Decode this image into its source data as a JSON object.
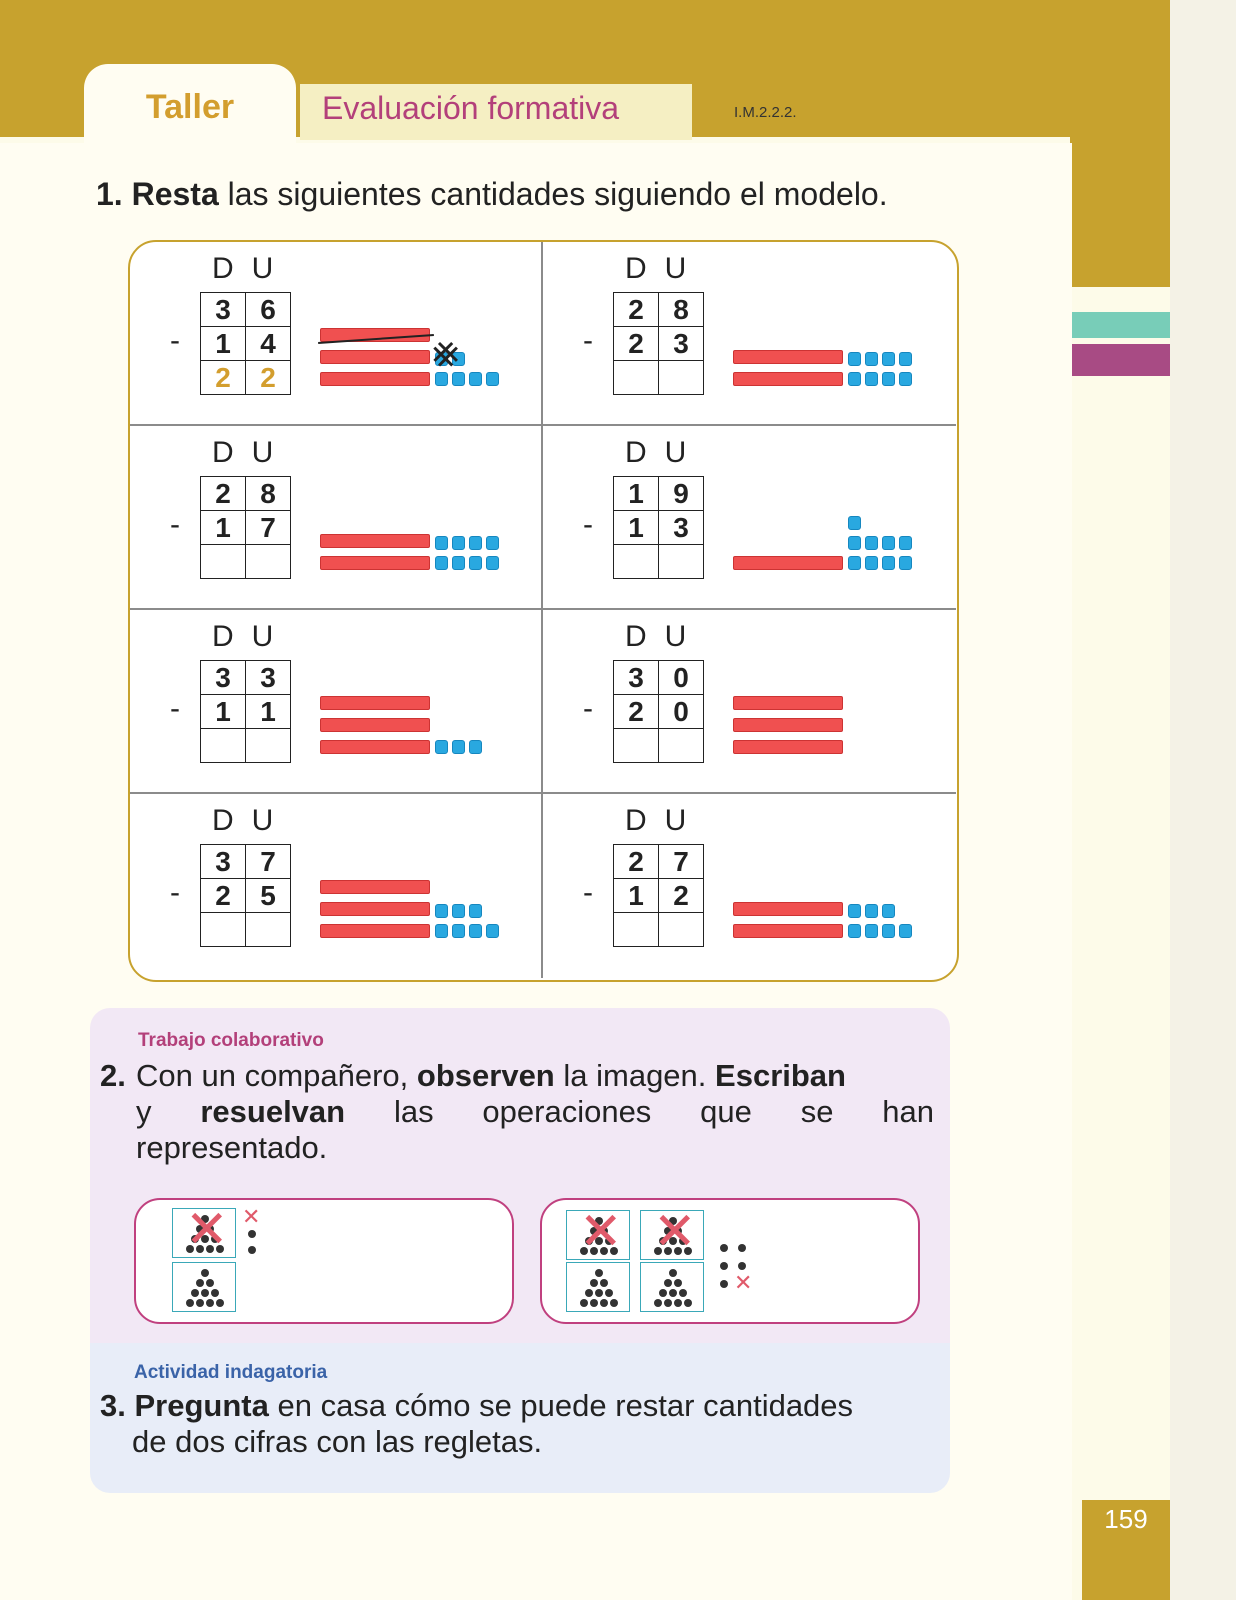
{
  "header": {
    "taller": "Taller",
    "evaluacion": "Evaluación formativa",
    "code": "I.M.2.2.2."
  },
  "q1": {
    "number": "1.",
    "verb": "Resta",
    "text": "las siguientes cantidades siguiendo el modelo."
  },
  "du_header": "DU",
  "exercises": [
    {
      "d1": "3",
      "u1": "6",
      "d2": "1",
      "u2": "4",
      "d3": "2",
      "u3": "2",
      "rods": 3,
      "cubes": 6
    },
    {
      "d1": "2",
      "u1": "8",
      "d2": "2",
      "u2": "3",
      "d3": "",
      "u3": "",
      "rods": 2,
      "cubes": 8
    },
    {
      "d1": "2",
      "u1": "8",
      "d2": "1",
      "u2": "7",
      "d3": "",
      "u3": "",
      "rods": 2,
      "cubes": 8
    },
    {
      "d1": "1",
      "u1": "9",
      "d2": "1",
      "u2": "3",
      "d3": "",
      "u3": "",
      "rods": 1,
      "cubes": 9
    },
    {
      "d1": "3",
      "u1": "3",
      "d2": "1",
      "u2": "1",
      "d3": "",
      "u3": "",
      "rods": 3,
      "cubes": 3
    },
    {
      "d1": "3",
      "u1": "0",
      "d2": "2",
      "u2": "0",
      "d3": "",
      "u3": "",
      "rods": 3,
      "cubes": 0
    },
    {
      "d1": "3",
      "u1": "7",
      "d2": "2",
      "u2": "5",
      "d3": "",
      "u3": "",
      "rods": 3,
      "cubes": 7
    },
    {
      "d1": "2",
      "u1": "7",
      "d2": "1",
      "u2": "2",
      "d3": "",
      "u3": "",
      "rods": 2,
      "cubes": 7
    }
  ],
  "minus": "-",
  "collab": {
    "label": "Trabajo colaborativo",
    "number": "2.",
    "p1": "Con un compañero,",
    "b1": "observen",
    "p2": "la imagen.",
    "b2": "Escriban",
    "y": "y",
    "b3": "resuelvan",
    "p3": "las operaciones que se han",
    "p4": "representado."
  },
  "indag": {
    "label": "Actividad indagatoria",
    "number": "3.",
    "verb": "Pregunta",
    "text1": "en casa cómo se puede restar cantidades",
    "text2": "de dos cifras con las regletas."
  },
  "page_number": "159",
  "colors": {
    "gold": "#c7a22e",
    "magenta": "#b3407a",
    "teal": "#78cdb8",
    "rod": "#f05050",
    "cube": "#29a8e0"
  }
}
